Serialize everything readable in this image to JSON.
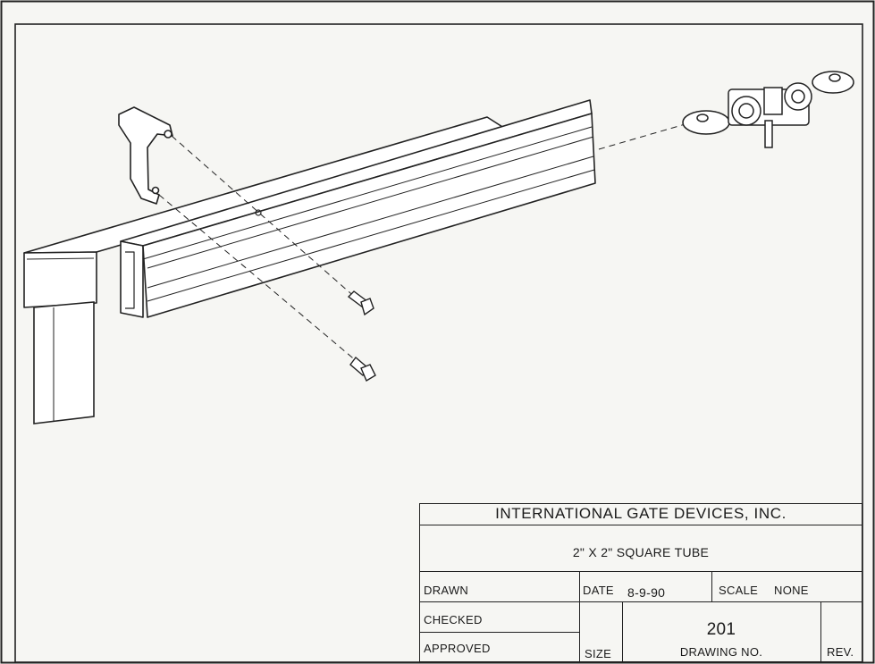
{
  "title_block": {
    "company": "INTERNATIONAL GATE DEVICES, INC.",
    "title": "2\" X 2\" SQUARE TUBE",
    "drawn_label": "DRAWN",
    "date_label": "DATE",
    "date_value": "8-9-90",
    "scale_label": "SCALE",
    "scale_value": "NONE",
    "checked_label": "CHECKED",
    "approved_label": "APPROVED",
    "size_label": "SIZE",
    "drawing_no_value": "201",
    "drawing_no_label": "DRAWING NO.",
    "rev_label": "REV."
  },
  "colors": {
    "line": "#222222",
    "paper": "#f6f6f3",
    "tube_fill": "#ffffff"
  }
}
